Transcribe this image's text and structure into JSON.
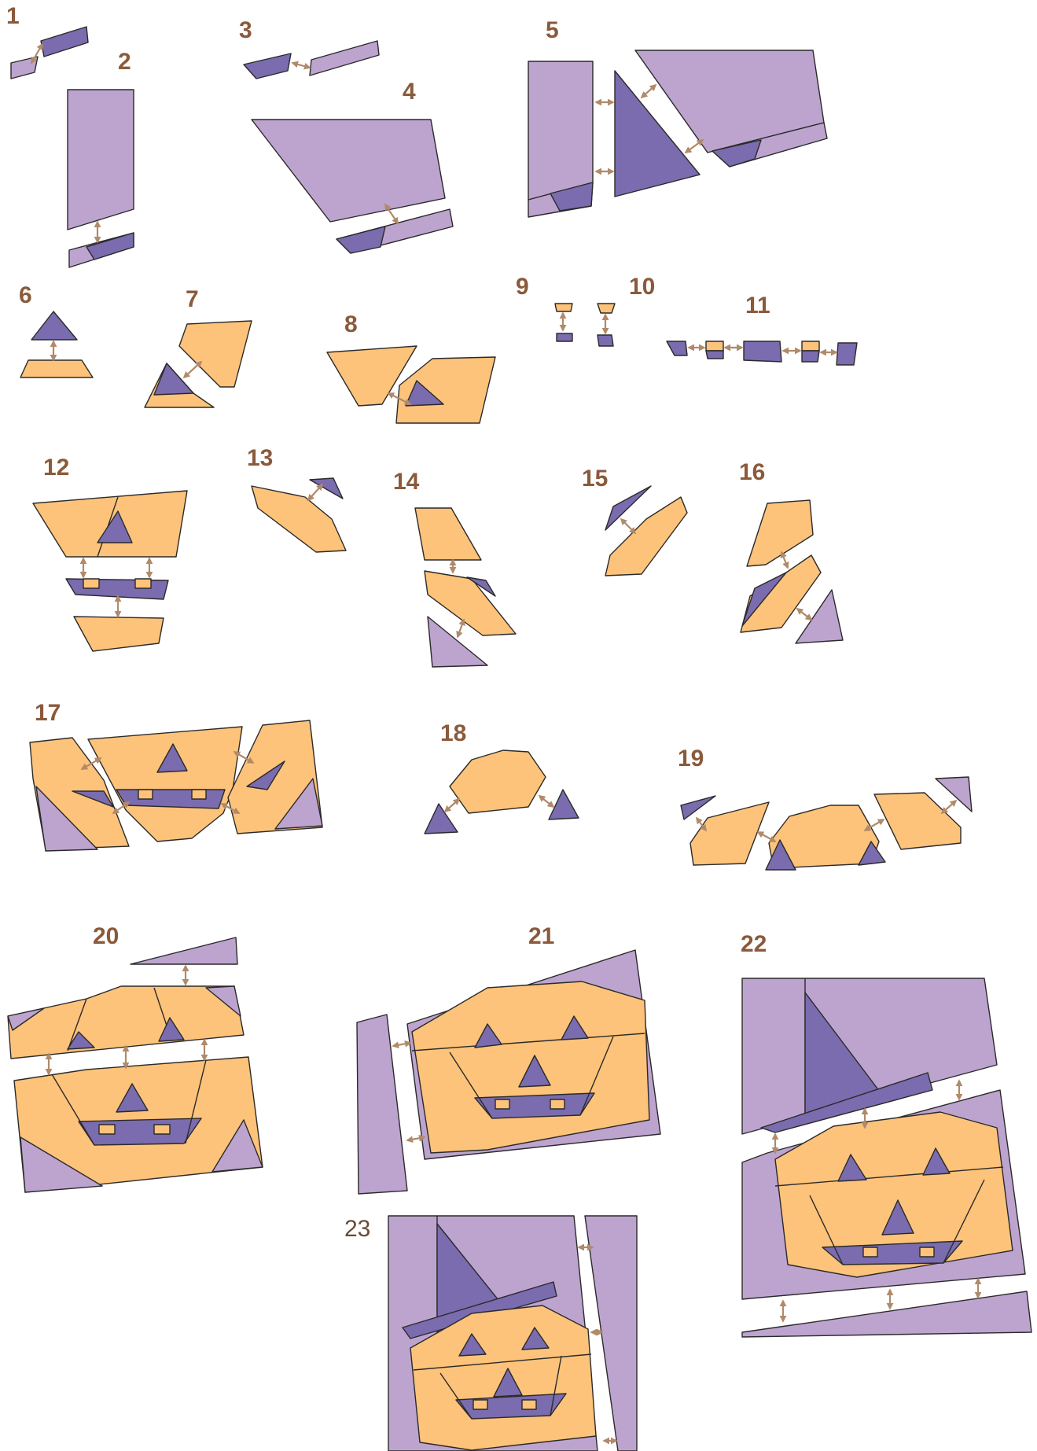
{
  "colors": {
    "light_purple": "#bda4cf",
    "dark_purple": "#7a6cae",
    "orange": "#fdc37a",
    "arrow": "#b08a6a",
    "step_number": "#8a5a3b"
  },
  "steps": [
    "1",
    "2",
    "3",
    "4",
    "5",
    "6",
    "7",
    "8",
    "9",
    "10",
    "11",
    "12",
    "13",
    "14",
    "15",
    "16",
    "17",
    "18",
    "19",
    "20",
    "21",
    "22",
    "23"
  ]
}
